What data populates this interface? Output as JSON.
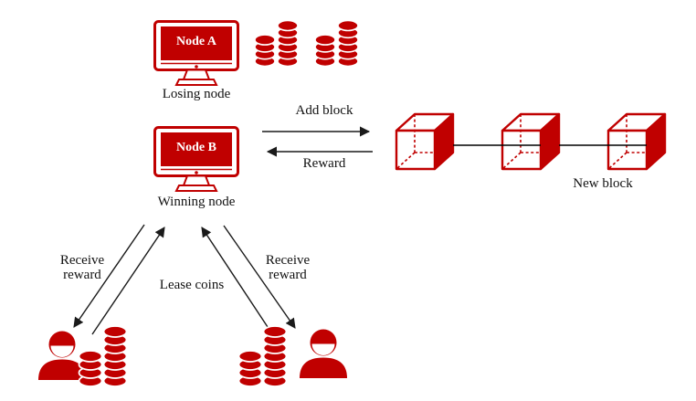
{
  "colors": {
    "accent_red": "#c00000",
    "arrow_black": "#1a1a1a",
    "text_black": "#111111",
    "background": "#ffffff"
  },
  "node_a": {
    "screen_label": "Node A",
    "caption": "Losing node"
  },
  "node_b": {
    "screen_label": "Node B",
    "caption": "Winning node"
  },
  "labels": {
    "add_block": "Add block",
    "reward": "Reward",
    "new_block": "New block",
    "receive_reward_left": "Receive reward",
    "lease_coins": "Lease coins",
    "receive_reward_right": "Receive reward"
  },
  "icons": {
    "monitor-icon": "red desktop monitor with node name on screen",
    "coin-stack-icon": "two stacks of red coins",
    "cube-icon": "red 3D wireframe block with solid right face",
    "person-icon": "red smiling person bust",
    "arrow-icon": "thin black arrow with solid head"
  }
}
